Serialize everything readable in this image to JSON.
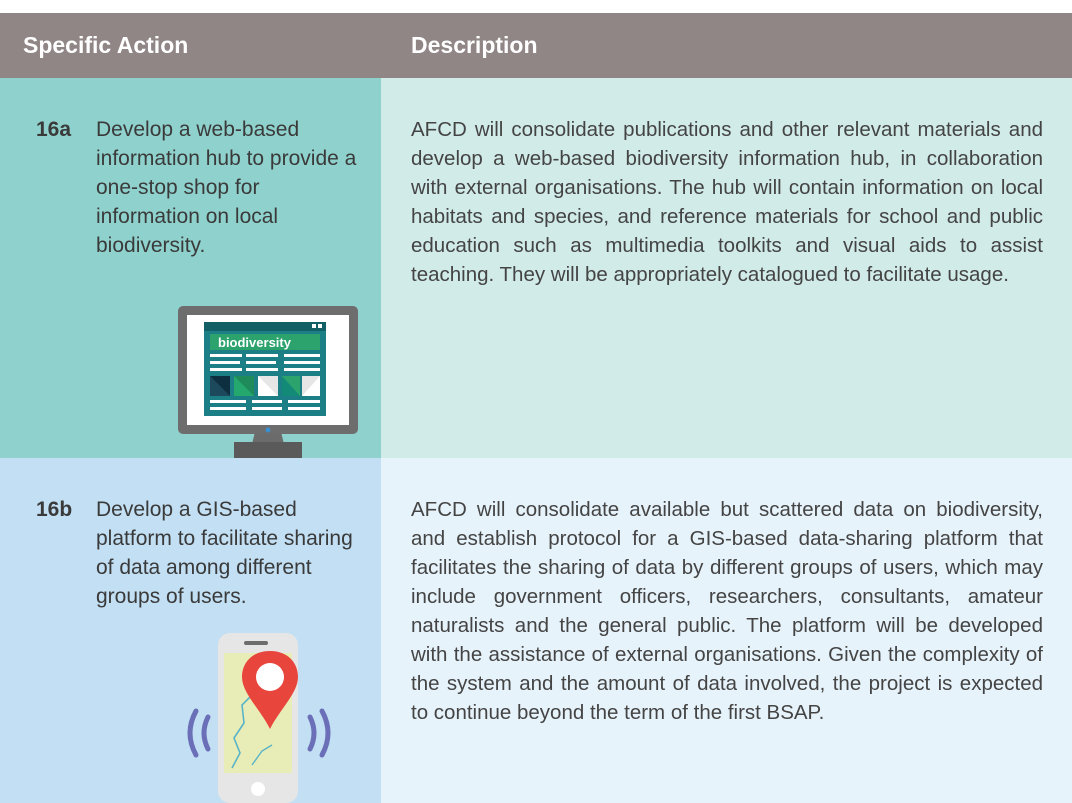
{
  "header": {
    "col_action": "Specific Action",
    "col_description": "Description"
  },
  "rows": [
    {
      "number": "16a",
      "action": "Develop a web-based information hub to provide a one-stop shop for information on local biodiversity.",
      "description": "AFCD will consolidate publications and other relevant materials and develop a web-based biodiversity information hub, in collaboration with external organisations.  The hub will contain information on local habitats and species, and reference materials for school and public education such as multimedia toolkits and visual aids to assist teaching. They will be appropriately catalogued to facilitate usage.",
      "illustration": "monitor-icon",
      "screen_logo_text": "biodiversity"
    },
    {
      "number": "16b",
      "action": "Develop a GIS-based platform to facilitate sharing of data among different groups of users.",
      "description": "AFCD will consolidate available but scattered data on biodiversity, and establish protocol for a GIS-based data-sharing platform that facilitates the sharing of data by different groups of users, which may include government officers, researchers, consultants, amateur naturalists and the general public. The platform will be developed with the assistance of external organisations.  Given the complexity of the system and the amount of data involved, the project is expected to continue beyond the term of the first BSAP.",
      "illustration": "phone-map-pin-icon"
    }
  ],
  "colors": {
    "header_bg": "#908686",
    "row1_left": "#8fd2cd",
    "row1_right": "#d1ebe8",
    "row2_left": "#c2dff3",
    "row2_right": "#e7f3fb",
    "pin": "#e8453c"
  }
}
